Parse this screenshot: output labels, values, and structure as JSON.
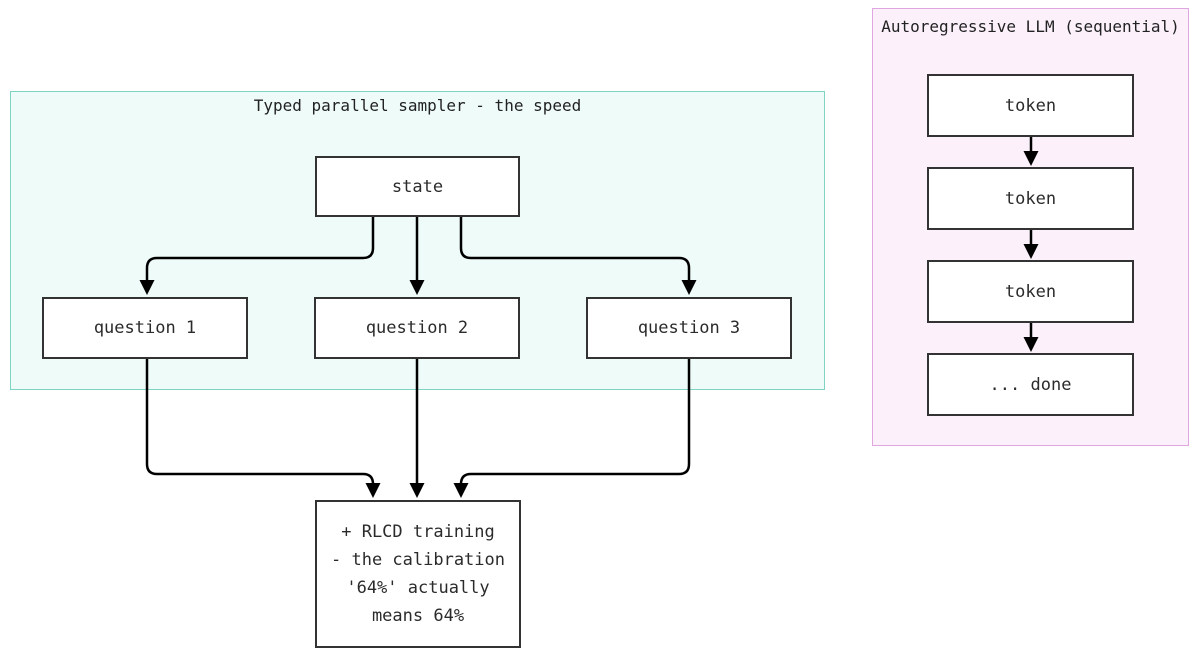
{
  "left_cluster": {
    "title": "Typed parallel sampler - the speed",
    "nodes": {
      "state": "state",
      "q1": "question 1",
      "q2": "question 2",
      "q3": "question 3"
    }
  },
  "result": {
    "lines": [
      "+ RLCD training",
      "- the calibration",
      "'64%' actually",
      "means 64%"
    ]
  },
  "right_cluster": {
    "title": "Autoregressive LLM (sequential)",
    "nodes": [
      "token",
      "token",
      "token",
      "... done"
    ]
  },
  "colors": {
    "left_fill": "#eefbf8",
    "left_border": "#7fd3c3",
    "right_fill": "#fcf1fb",
    "right_border": "#e0a6df",
    "node_border": "#333333",
    "edge": "#000000"
  }
}
